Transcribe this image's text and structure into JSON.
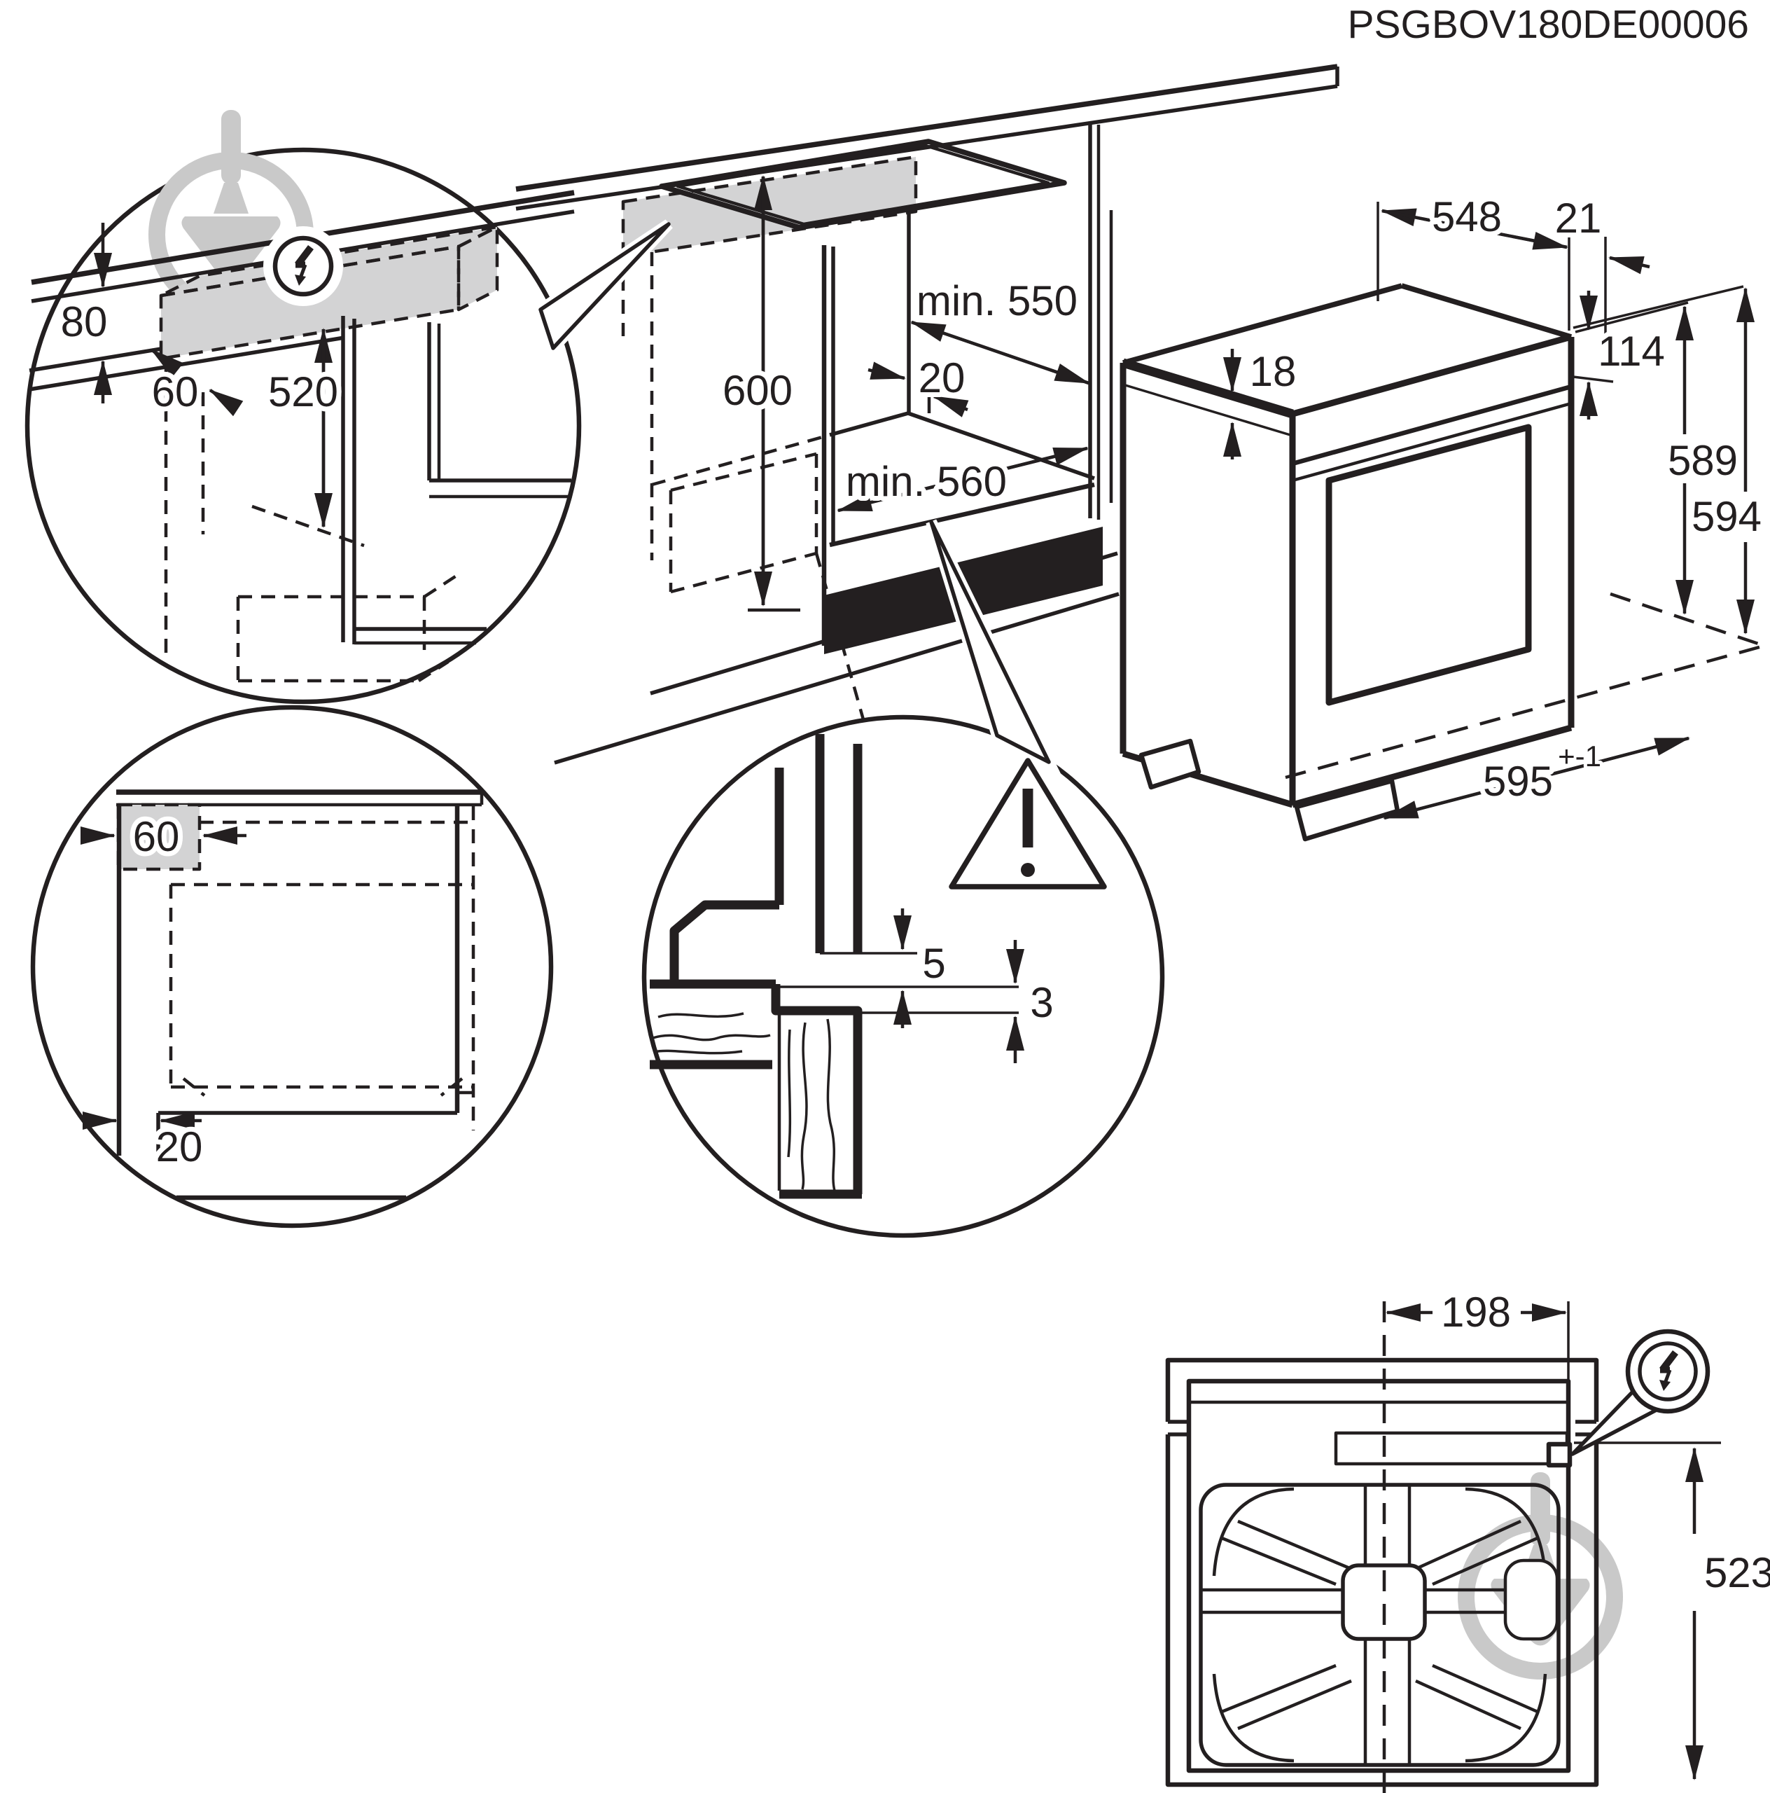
{
  "meta": {
    "drawing_code": "PSGBOV180DE00006",
    "type": "built-in oven installation dimension diagram",
    "units": "mm"
  },
  "colors": {
    "line": "#231f20",
    "shaded_area": "#d3d3d4",
    "watermark": "#c9c9c9",
    "background": "#ffffff"
  },
  "icons": {
    "electric_connection": "lightning-bolt-in-circle",
    "warning": "exclamation-mark-triangle",
    "watermark_logo": "trowel-in-ring"
  },
  "labels": {
    "electrical_niche_detail": {
      "gap_height": "80",
      "recess_depth": "60",
      "drop_height": "520"
    },
    "niche": {
      "height": "600",
      "depth_min": "min. 550",
      "rear_gap": "20",
      "width_min": "min. 560"
    },
    "oven": {
      "body_depth": "548",
      "door_gap": "21",
      "top_clearance": "18",
      "panel_height": "114",
      "body_height": "589",
      "total_height": "594",
      "width": "595",
      "width_tolerance": "+-1"
    },
    "side_section_detail": {
      "recess_depth": "60",
      "plinth_recess": "20"
    },
    "trim_detail": {
      "gap_upper": "5",
      "gap_lower": "3"
    },
    "back_view": {
      "center_to_socket": "198",
      "socket_drop": "523"
    }
  }
}
